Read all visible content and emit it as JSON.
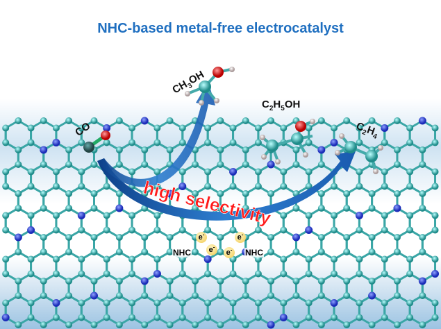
{
  "title": "NHC-based metal-free electrocatalyst",
  "molecules": {
    "co": "CO",
    "methanol": {
      "a": "CH",
      "b": "3",
      "c": "OH"
    },
    "ethanol": {
      "a": "C",
      "b": "2",
      "c": "H",
      "d": "5",
      "e": "OH"
    },
    "ethylene": {
      "a": "C",
      "b": "2",
      "c": "H",
      "d": "4"
    }
  },
  "arrow_text": "high selectivity",
  "nhc_label_left": "NHC",
  "nhc_label_right": "NHC",
  "electron": "e",
  "electron_sup": "-",
  "colors": {
    "title": "#1f6fc0",
    "carbon": "#2fa3a0",
    "nitrogen": "#2a3fd0",
    "oxygen": "#d42020",
    "arrow": "#1f5fb0",
    "text_red": "#ff1a1a"
  }
}
